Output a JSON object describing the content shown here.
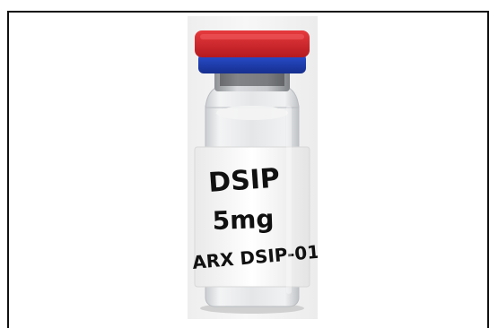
{
  "photo": {
    "subject": "vial-photo",
    "colors": {
      "cap_top": "#d62228",
      "cap_rim": "#1f3fbf",
      "glass": "#e8eaec",
      "label": "#fbfbfb",
      "ink": "#111111"
    },
    "label_lines": [
      "DSIP",
      "5mg",
      "ARX DSIP-01"
    ]
  }
}
